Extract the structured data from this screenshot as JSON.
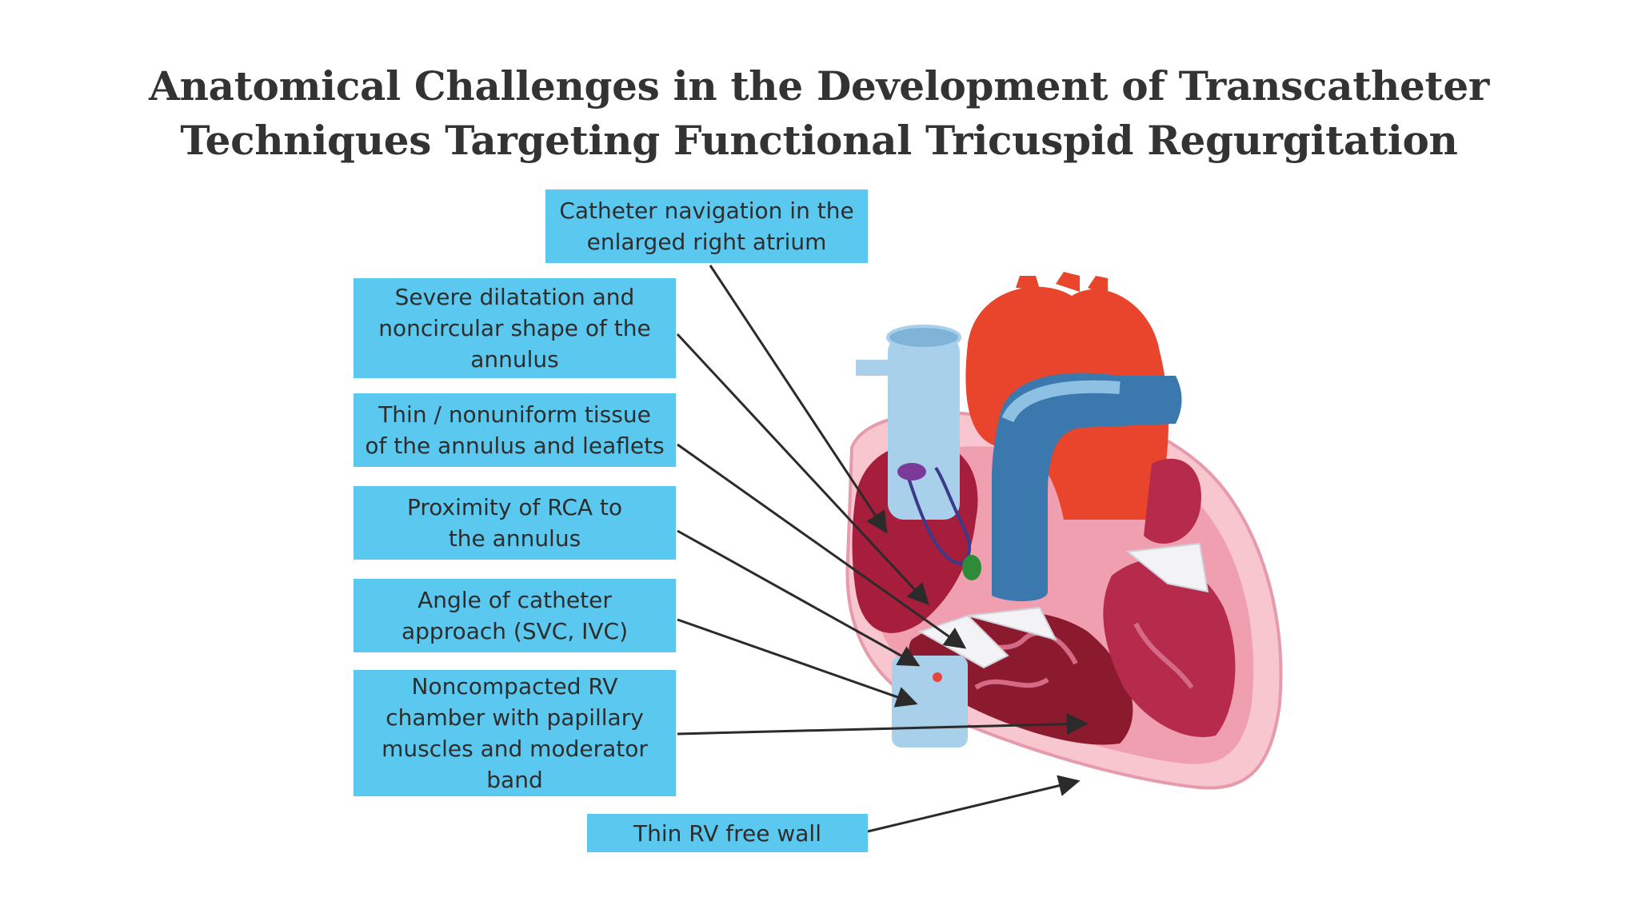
{
  "title": {
    "line1": "Anatomical Challenges in the Development of Transcatheter",
    "line2": "Techniques Targeting Functional Tricuspid Regurgitation"
  },
  "labels": [
    {
      "id": "catheter-navigation",
      "lines": [
        "Catheter navigation in the",
        "enlarged right atrium"
      ]
    },
    {
      "id": "annulus-dilatation",
      "lines": [
        "Severe dilatation and",
        "noncircular shape of the",
        "annulus"
      ]
    },
    {
      "id": "thin-tissue",
      "lines": [
        "Thin / nonuniform tissue",
        "of the annulus and leaflets"
      ]
    },
    {
      "id": "rca-proximity",
      "lines": [
        "Proximity of RCA to",
        "the annulus"
      ]
    },
    {
      "id": "catheter-angle",
      "lines": [
        "Angle of catheter",
        "approach (SVC, IVC)"
      ]
    },
    {
      "id": "noncompacted-rv",
      "lines": [
        "Noncompacted RV",
        "chamber with papillary",
        "muscles and moderator",
        "band"
      ]
    },
    {
      "id": "thin-rv-wall",
      "lines": [
        "Thin RV free wall"
      ]
    }
  ],
  "colors": {
    "label_bg": "#5bc8ef",
    "arrow": "#2b2b2b",
    "aorta_red": "#e8452c",
    "chamber_dark": "#8b1a2e",
    "myocardium_pink": "#f4b8c4",
    "vein_blue": "#a9d0ea"
  }
}
